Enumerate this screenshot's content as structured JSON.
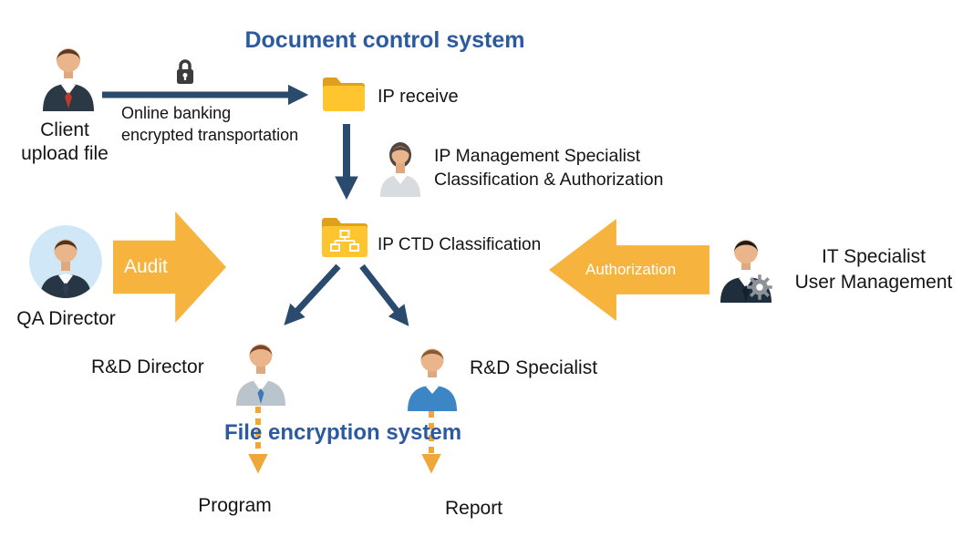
{
  "titles": {
    "document_control_system": "Document control system",
    "file_encryption_system": "File encryption system"
  },
  "actors": {
    "client": "Client\nupload file",
    "ip_management_specialist": "IP Management Specialist\nClassification & Authorization",
    "qa_director": "QA Director",
    "it_specialist": "IT Specialist\nUser Management",
    "rd_director": "R&D Director",
    "rd_specialist": "R&D Specialist"
  },
  "nodes": {
    "ip_receive": "IP receive",
    "ip_ctd_classification": "IP CTD Classification"
  },
  "flows": {
    "encrypted_transport": "Online banking\nencrypted transportation",
    "audit": "Audit",
    "authorization": "Authorization"
  },
  "outputs": {
    "program": "Program",
    "report": "Report"
  },
  "colors": {
    "title_blue": "#2b5aa0",
    "arrow_blue": "#2a4a6e",
    "arrow_orange": "#f6b33d",
    "dashed_orange": "#f0a73a",
    "folder_yellow": "#ffc52e"
  }
}
